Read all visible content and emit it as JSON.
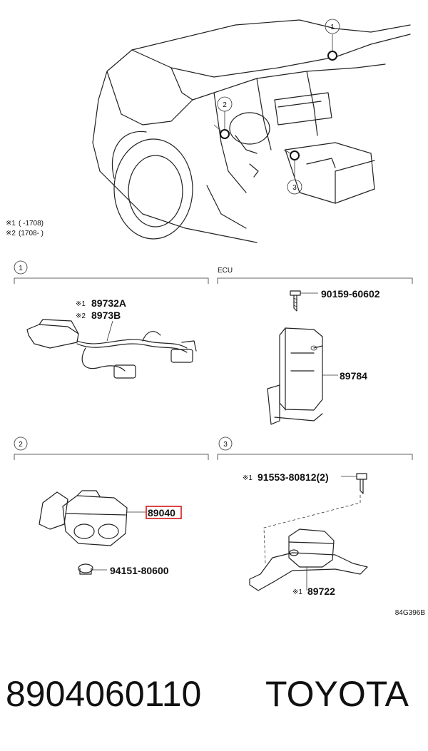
{
  "overview": {
    "callouts": [
      "1",
      "2",
      "3"
    ],
    "notes": [
      {
        "mark": "※1",
        "range": "(      -1708)"
      },
      {
        "mark": "※2",
        "range": "(1708-      )"
      }
    ]
  },
  "sections": [
    {
      "number": "1",
      "parts": [
        {
          "mark": "※1",
          "code": "89732A"
        },
        {
          "mark": "※2",
          "code": "8973B"
        }
      ]
    },
    {
      "caption": "ECU",
      "parts": [
        {
          "mark": "",
          "code": "90159-60602"
        },
        {
          "mark": "",
          "code": "89784"
        }
      ]
    },
    {
      "number": "2",
      "parts": [
        {
          "mark": "",
          "code": "89040",
          "highlighted": true
        },
        {
          "mark": "",
          "code": "94151-80600"
        }
      ]
    },
    {
      "number": "3",
      "parts": [
        {
          "mark": "※1",
          "code": "91553-80812(2)"
        },
        {
          "mark": "※1",
          "code": "89722"
        }
      ]
    }
  ],
  "diagram_code": "84G396B",
  "footer": {
    "part_number": "8904060110",
    "brand": "TOYOTA",
    "highlight_color": "#d01818"
  }
}
